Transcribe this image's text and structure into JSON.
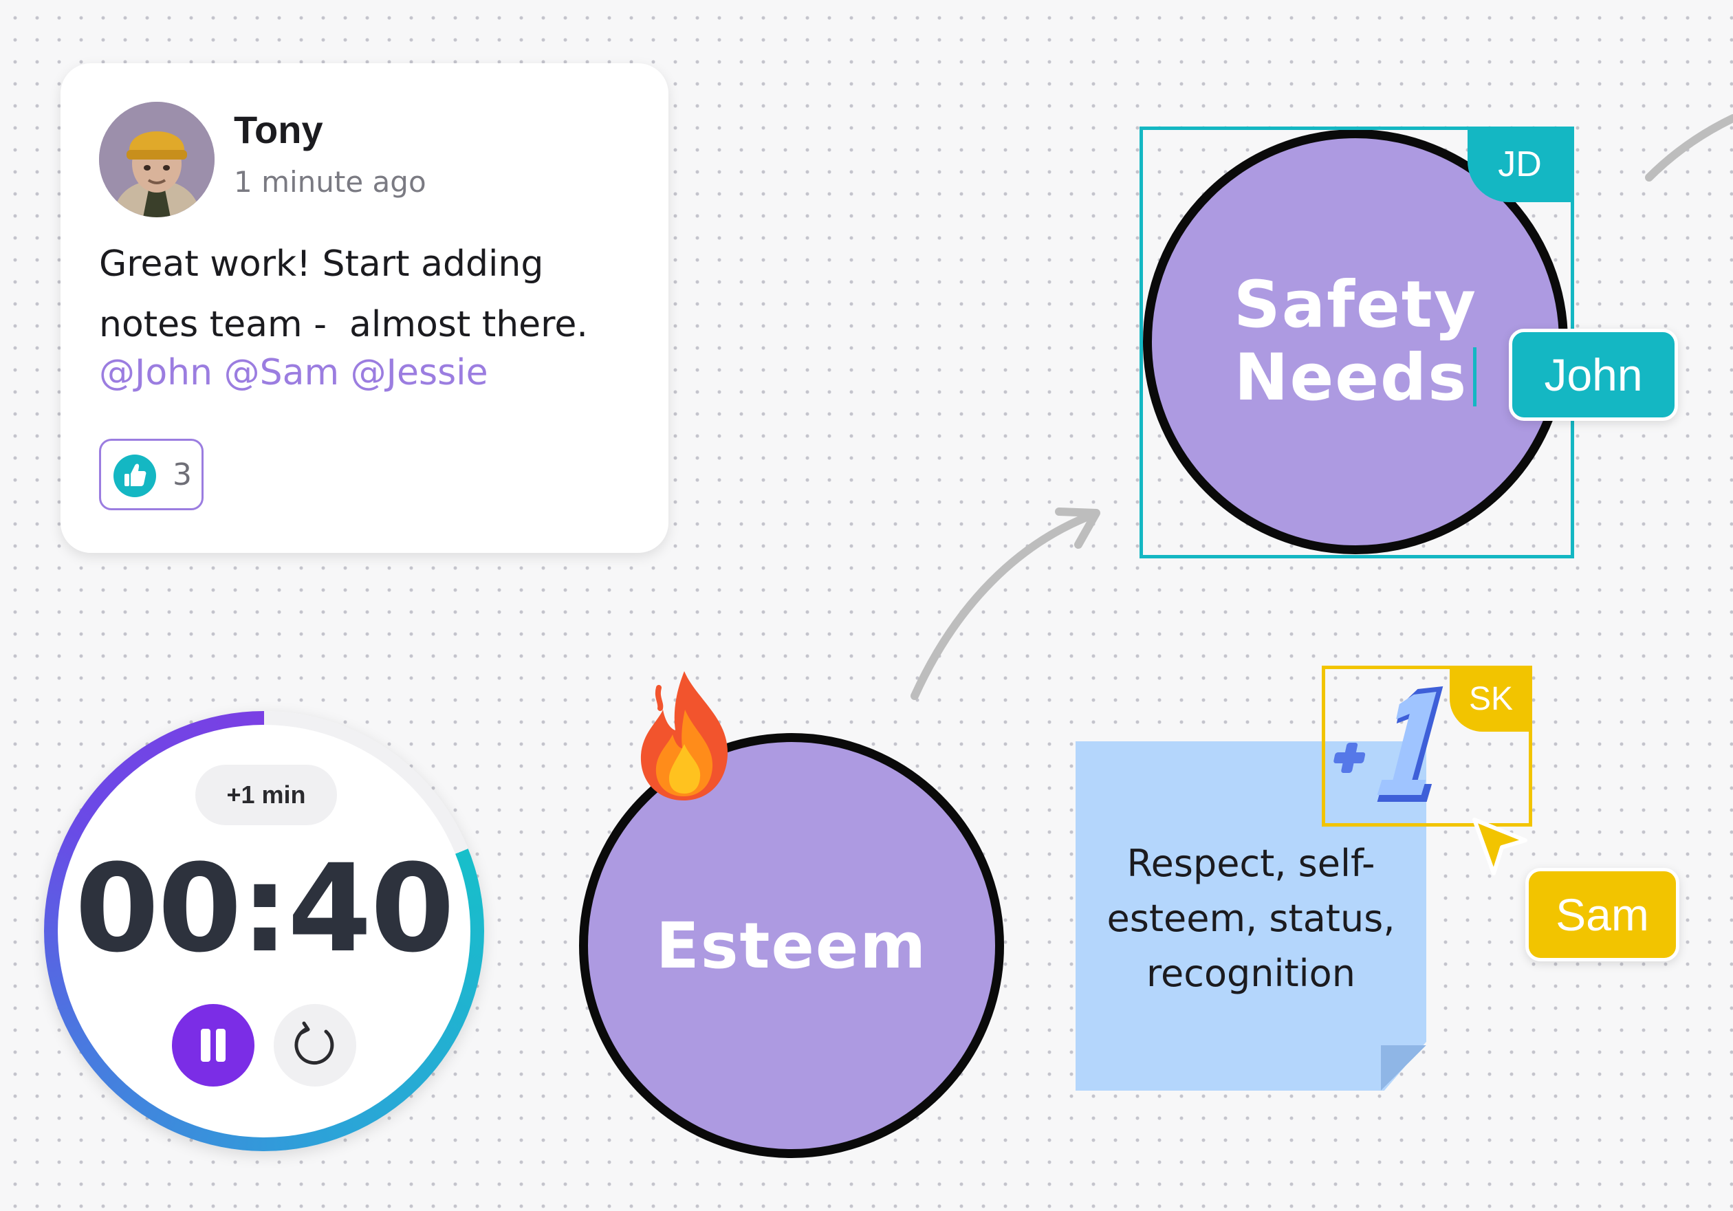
{
  "comment": {
    "author": "Tony",
    "time": "1 minute ago",
    "text": "Great work! Start adding\nnotes team -  almost there.",
    "mentions": "@John @Sam @Jessie",
    "like_count": "3"
  },
  "shapes": {
    "safety_label": "Safety Needs",
    "safety_line1": "Safety",
    "safety_line2": "Needs",
    "esteem_label": "Esteem"
  },
  "collaborators": {
    "jd_initials": "JD",
    "john_name": "John",
    "sk_initials": "SK",
    "sam_name": "Sam"
  },
  "sticky_note": {
    "text": "Respect, self-esteem, status, recognition",
    "line1": "Respect, self-",
    "line2": "esteem, status,",
    "line3": "recognition"
  },
  "stickers": {
    "plus_one": "+1",
    "fire": "fire-emoji"
  },
  "timer": {
    "add_label": "+1 min",
    "display": "00:40",
    "remaining_fraction": 0.81
  },
  "colors": {
    "teal": "#14b7c3",
    "yellow": "#f2c400",
    "purple_shape": "#ad9ae1",
    "purple_accent": "#7b2de6",
    "sticky_blue": "#b4d6fc"
  }
}
